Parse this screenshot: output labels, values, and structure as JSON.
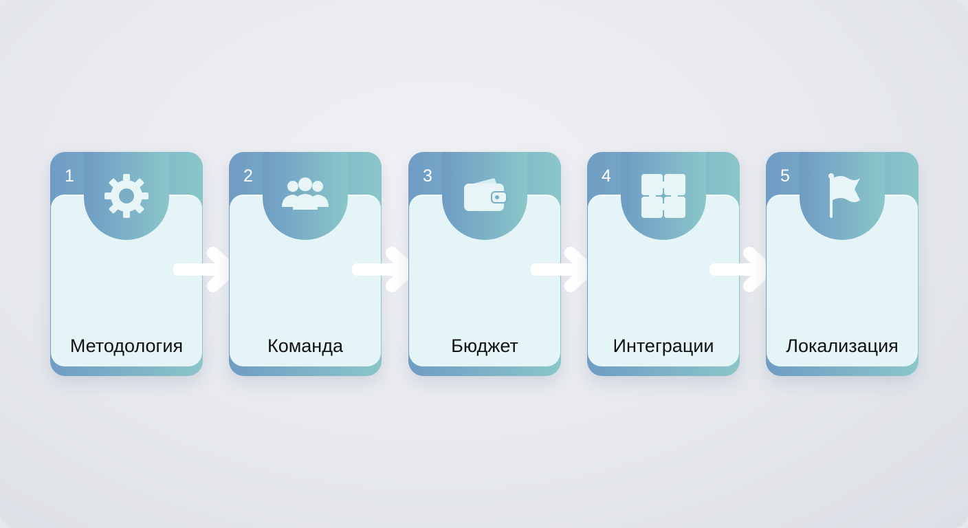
{
  "steps": [
    {
      "number": "1",
      "label": "Методология",
      "icon": "gear-icon"
    },
    {
      "number": "2",
      "label": "Команда",
      "icon": "team-icon"
    },
    {
      "number": "3",
      "label": "Бюджет",
      "icon": "wallet-icon"
    },
    {
      "number": "4",
      "label": "Интеграции",
      "icon": "puzzle-icon"
    },
    {
      "number": "5",
      "label": "Локализация",
      "icon": "flag-icon"
    }
  ],
  "colors": {
    "accent_start": "#6f9cc4",
    "accent_end": "#8ac6c9",
    "card_body": "#e5f4f6",
    "arrow": "#ffffff"
  }
}
